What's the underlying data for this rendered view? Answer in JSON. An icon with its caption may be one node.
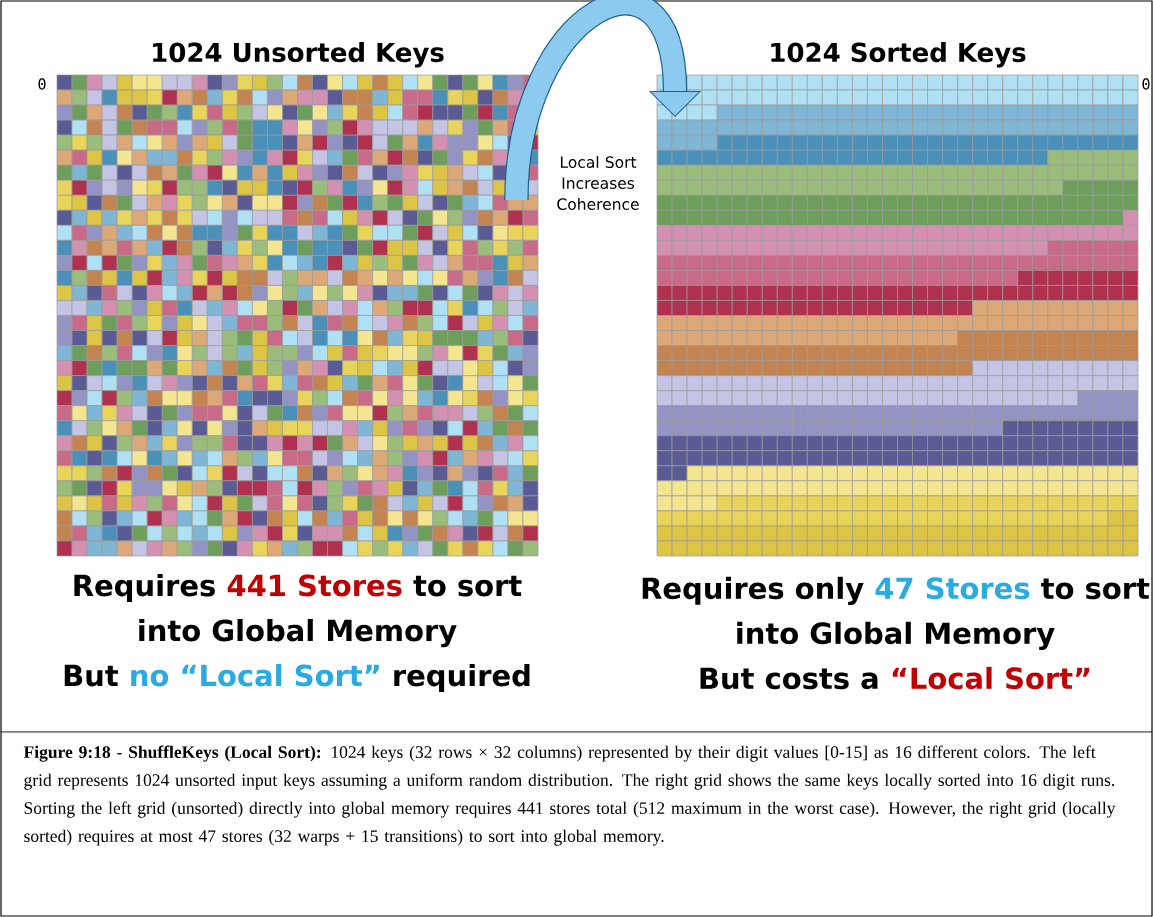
{
  "diagram": {
    "nodes": [
      {
        "text": [
          "1024 Unsorted Keys"
        ]
      },
      {
        "text": [
          "1024 Sorted Keys"
        ]
      }
    ],
    "edges": [
      {
        "from": 0,
        "to": 1,
        "arrow": "to",
        "label": "Local Sort Increases Coherence"
      }
    ],
    "labels": [
      "0",
      "0",
      "Requires",
      "441 Stores",
      "to sort",
      "into Global Memory",
      "But",
      "no “Local Sort”",
      "required",
      "Requires only",
      "47 Stores",
      "to sort",
      "into Global Memory",
      "But costs a",
      "“Local Sort”"
    ],
    "caption": "**Figure 9:18** - **ShuffleKeys (Local Sort):** 1024 keys (32 rows × 32 columns) represented by their digit values [0-15] as 16 different colors.  The left grid represents 1024 unsorted input keys assuming a uniform random distribution.  The right grid shows the same keys locally sorted into 16 digit runs.  Sorting the left grid (unsorted) directly into global memory requires 441 stores total (512 maximum in the worst case).  However, the right grid (locally sorted) requires at most 47 stores (32 warps + 15 transitions) to sort into global memory."
  }
}
